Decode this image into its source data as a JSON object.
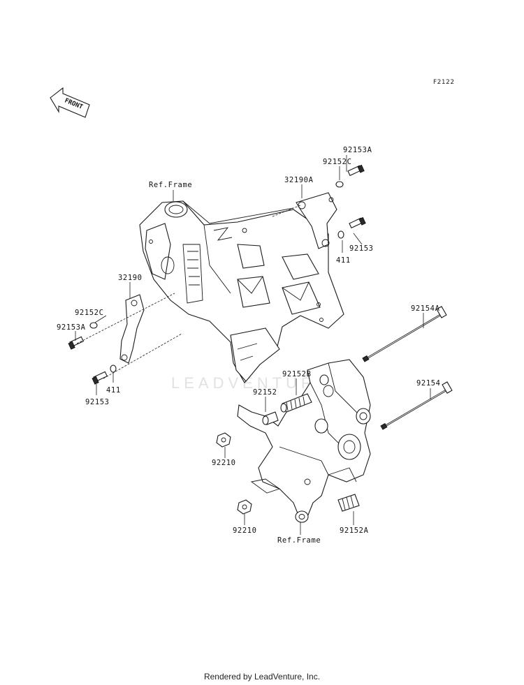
{
  "diagram_code": "F2122",
  "front_label": "FRONT",
  "watermark": "LEADVENTURE",
  "footer": "Rendered by LeadVenture, Inc.",
  "labels": {
    "ref_frame_top": "Ref.Frame",
    "ref_frame_bottom": "Ref.Frame",
    "p92153A_top": "92153A",
    "p92152C_top": "92152C",
    "p32190A": "32190A",
    "p92153_top": "92153",
    "p411_top": "411",
    "p32190": "32190",
    "p92152C_left": "92152C",
    "p92153A_left": "92153A",
    "p411_left": "411",
    "p92153_left": "92153",
    "p92154A": "92154A",
    "p92152B": "92152B",
    "p92154": "92154",
    "p92152": "92152",
    "p92210_top": "92210",
    "p92210_bottom": "92210",
    "p92152A": "92152A"
  }
}
